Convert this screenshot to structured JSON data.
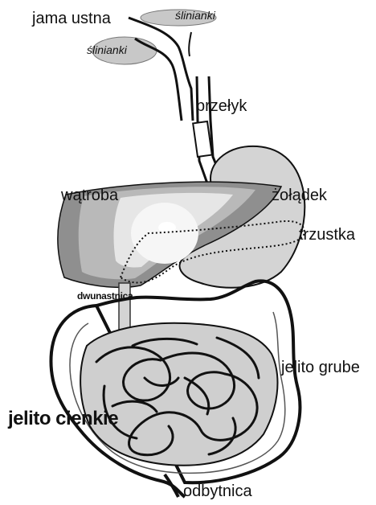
{
  "labels": {
    "mouth": "jama ustna",
    "salivary_top": "ślinianki",
    "salivary_left": "ślinianki",
    "esophagus": "przełyk",
    "liver": "wątroba",
    "stomach": "żołądek",
    "pancreas": "trzustka",
    "duodenum": "dwunastnica",
    "large_intestine": "jelito grube",
    "small_intestine": "jelito cienkie",
    "rectum": "odbytnica"
  },
  "colors": {
    "outline": "#111111",
    "organ_fill": "#d4d4d4",
    "liver_dark": "#8f8f8f",
    "liver_mid": "#b9b9b9",
    "liver_light": "#e6e6e6",
    "gland_fill": "#c8c8c8",
    "background": "#ffffff"
  }
}
